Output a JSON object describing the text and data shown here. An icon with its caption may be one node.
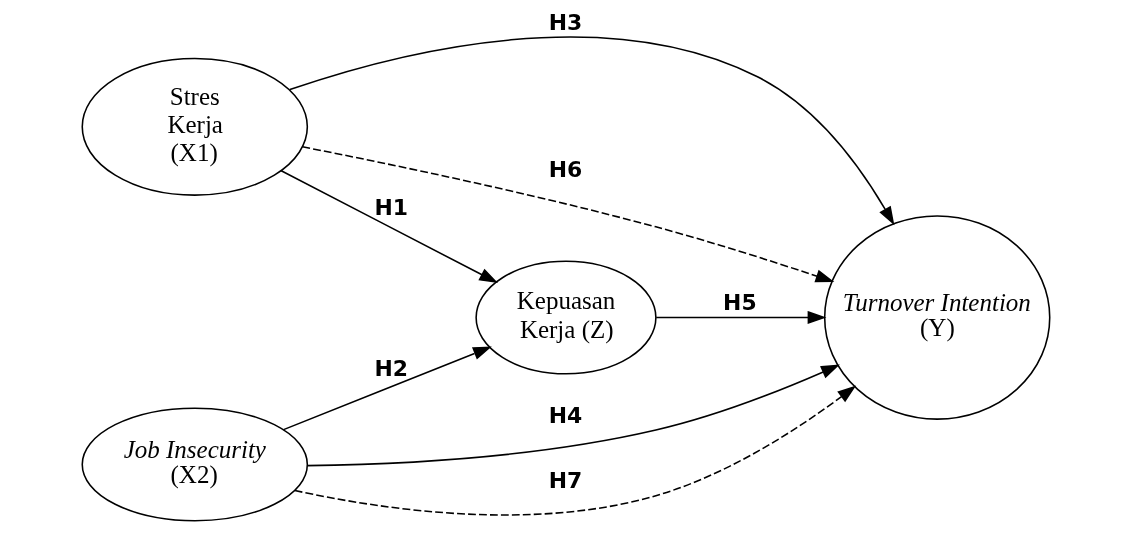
{
  "diagram": {
    "nodes": [
      {
        "text": [
          "Stres Kerja",
          "(X1)"
        ]
      },
      {
        "text": [
          "Kepuasan Kerja (Z)"
        ]
      },
      {
        "text": [
          "*Turnover Intention*",
          "(Y)"
        ]
      },
      {
        "text": [
          "*Job Insecurity*",
          "(X2)"
        ]
      }
    ],
    "edges": [
      {
        "from": 0,
        "to": 1,
        "arrow": "to",
        "label": "H1"
      },
      {
        "from": 3,
        "to": 1,
        "arrow": "to",
        "label": "H2"
      },
      {
        "from": 0,
        "to": 2,
        "arrow": "to",
        "label": "H3"
      },
      {
        "from": 3,
        "to": 2,
        "arrow": "to",
        "label": "H4"
      },
      {
        "from": 1,
        "to": 2,
        "arrow": "to",
        "label": "H5"
      },
      {
        "from": 0,
        "to": 2,
        "arrow": "to",
        "label": "H6",
        "style": "dashed"
      },
      {
        "from": 3,
        "to": 2,
        "arrow": "to",
        "label": "H7",
        "style": "dashed"
      }
    ]
  }
}
